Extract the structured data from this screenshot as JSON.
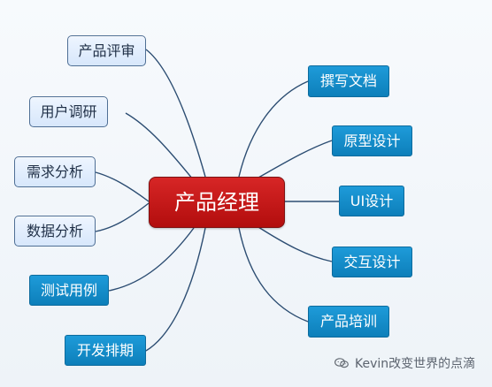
{
  "center": {
    "label": "产品经理"
  },
  "left_nodes": [
    {
      "label": "产品评审"
    },
    {
      "label": "用户调研"
    },
    {
      "label": "需求分析"
    },
    {
      "label": "数据分析"
    },
    {
      "label": "测试用例"
    },
    {
      "label": "开发排期"
    }
  ],
  "right_nodes": [
    {
      "label": "撰写文档"
    },
    {
      "label": "原型设计"
    },
    {
      "label": "UI设计"
    },
    {
      "label": "交互设计"
    },
    {
      "label": "产品培训"
    }
  ],
  "watermark": {
    "text": "Kevin改变世界的点滴",
    "icon": "wechat-icon"
  },
  "colors": {
    "background": "#f3f7fb",
    "center_fill": "#c61b1b",
    "left_fill": "#dce9fb",
    "right_fill": "#1589c8",
    "connector": "#2c4d72"
  }
}
